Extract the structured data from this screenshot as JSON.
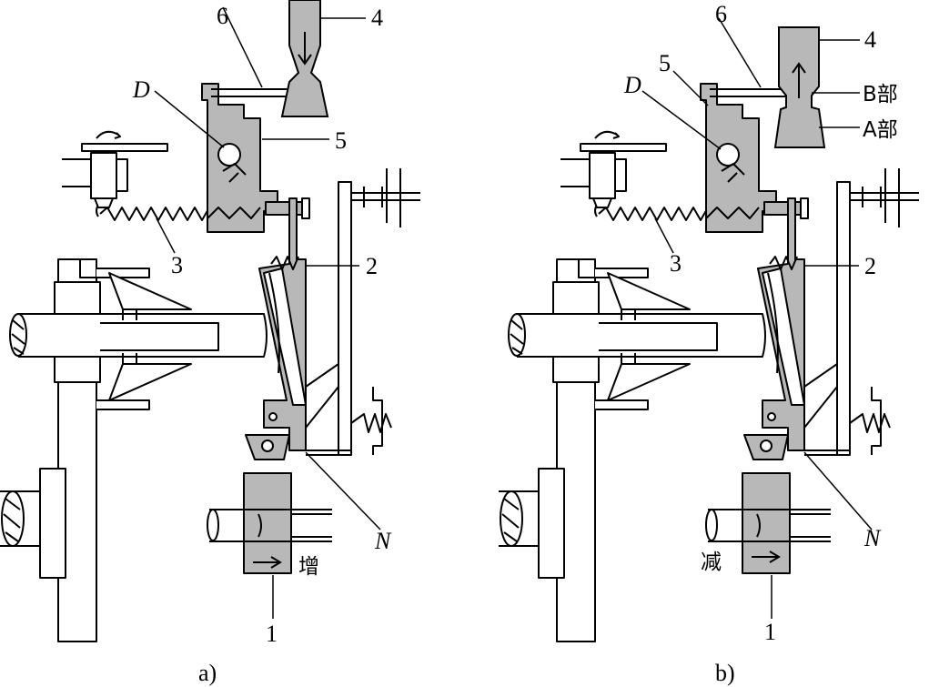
{
  "panels": [
    {
      "id": "a",
      "caption": "a)",
      "labels": {
        "l6": "6",
        "l4": "4",
        "lD": "D",
        "l5": "5",
        "l3": "3",
        "l2": "2",
        "lN": "N",
        "l1": "1"
      },
      "direction_text": "增",
      "nozzle_labels": {
        "b": "",
        "a": ""
      }
    },
    {
      "id": "b",
      "caption": "b)",
      "labels": {
        "l6": "6",
        "l4": "4",
        "lD": "D",
        "l5": "5",
        "l3": "3",
        "l2": "2",
        "lN": "N",
        "l1": "1"
      },
      "direction_text": "减",
      "nozzle_labels": {
        "b": "B部",
        "a": "A部"
      }
    }
  ],
  "colors": {
    "fill_gray": "#b8b8b8",
    "stroke": "#000000",
    "background": "#ffffff"
  }
}
